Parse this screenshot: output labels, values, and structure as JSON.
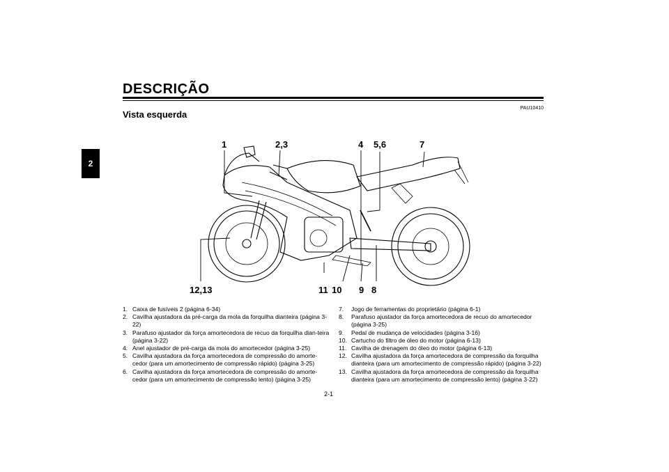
{
  "chapter_tab": "2",
  "title": "DESCRIÇÃO",
  "code": "PAU10410",
  "section_title": "Vista esquerda",
  "callouts": {
    "c1": "1",
    "c23": "2,3",
    "c4": "4",
    "c56": "5,6",
    "c7": "7",
    "c1213": "12,13",
    "c11": "11",
    "c10": "10",
    "c9": "9",
    "c8": "8"
  },
  "list_left": [
    {
      "num": "1.",
      "text": "Caixa de fusíveis 2 (página 6-34)"
    },
    {
      "num": "2.",
      "text": "Cavilha ajustadora da pré-carga da mola da forquilha dianteira (página 3-22)"
    },
    {
      "num": "3.",
      "text": "Parafuso ajustador da força amortecedora de recuo da forquilha dian-teira (página 3-22)"
    },
    {
      "num": "4.",
      "text": "Anel ajustador de pré-carga da mola do amortecedor (página 3-25)"
    },
    {
      "num": "5.",
      "text": "Cavilha ajustadora da força amortecedora de compressão do amorte-cedor (para um amortecimento de compressão rápido) (página 3-25)"
    },
    {
      "num": "6.",
      "text": "Cavilha ajustadora da força amortecedora de compressão do amorte-cedor (para um amortecimento de compressão lento) (página 3-25)"
    }
  ],
  "list_right": [
    {
      "num": "7.",
      "text": "Jogo de ferramentas do proprietário (página 6-1)"
    },
    {
      "num": "8.",
      "text": "Parafuso ajustador da força amortecedora de recuo do amortecedor (página 3-25)"
    },
    {
      "num": "9.",
      "text": "Pedal de mudança de velocidades (página 3-16)"
    },
    {
      "num": "10.",
      "text": "Cartucho do filtro de óleo do motor (página 6-13)"
    },
    {
      "num": "11.",
      "text": "Cavilha de drenagem do óleo do motor (página 6-13)"
    },
    {
      "num": "12.",
      "text": "Cavilha ajustadora da força amortecedora de compressão da forquilha dianteira (para um amortecimento de compressão rápido) (página 3-22)"
    },
    {
      "num": "13.",
      "text": "Cavilha ajustadora da força amortecedora de compressão da forquilha dianteira (para um amortecimento de compressão lento) (página 3-22)"
    }
  ],
  "page_number": "2-1"
}
